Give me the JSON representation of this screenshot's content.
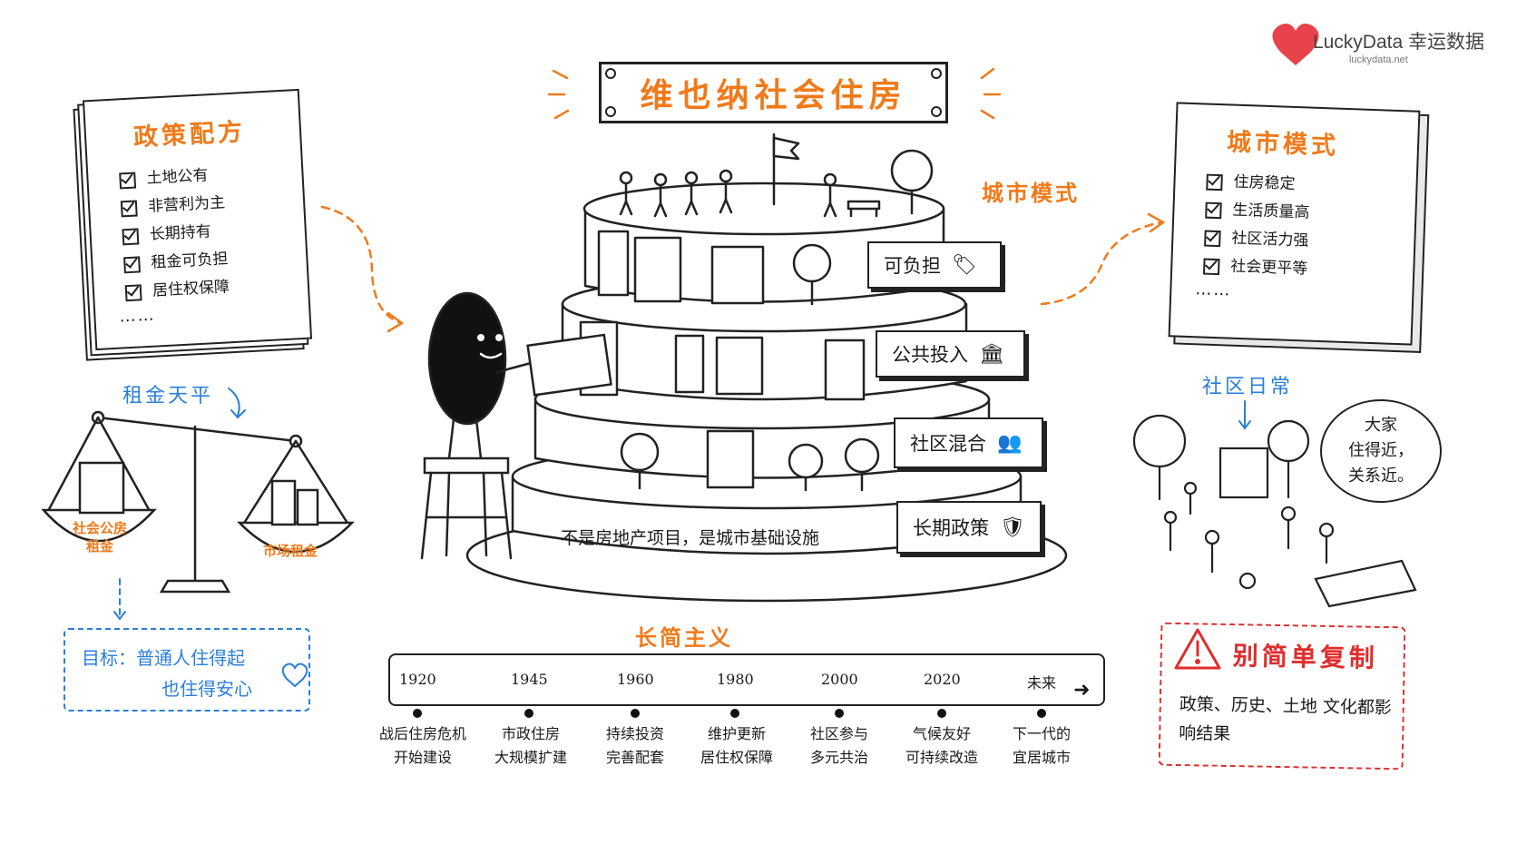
{
  "brand": {
    "name": "LuckyData 幸运数据",
    "url": "luckydata.net",
    "logo_color": "#e8434a"
  },
  "title": "维也纳社会住房",
  "policy_card": {
    "heading": "政策配方",
    "items": [
      "土地公有",
      "非营利为主",
      "长期持有",
      "租金可负担",
      "居住权保障"
    ],
    "more": "……"
  },
  "city_label": "城市模式",
  "city_card": {
    "heading": "城市模式",
    "items": [
      "住房稳定",
      "生活质量高",
      "社区活力强",
      "社会更平等"
    ],
    "more": "……"
  },
  "rent_balance": {
    "label": "租金天平",
    "left_pan": "社会公房\n租金",
    "left_line1": "社会公房",
    "left_line2": "租金",
    "right_pan": "市场租金"
  },
  "goal": {
    "line1": "目标：普通人住得起",
    "line2": "也住得安心"
  },
  "cake": {
    "signs": [
      "可负担",
      "公共投入",
      "社区混合",
      "长期政策"
    ],
    "base_text": "不是房地产项目，是城市基础设施"
  },
  "community": {
    "label": "社区日常",
    "bubble_line1": "大家",
    "bubble_line2": "住得近，",
    "bubble_line3": "关系近。"
  },
  "timeline": {
    "title": "长简主义",
    "years": [
      "1920",
      "1945",
      "1960",
      "1980",
      "2000",
      "2020",
      "未来"
    ],
    "events": [
      [
        "战后住房危机",
        "开始建设"
      ],
      [
        "市政住房",
        "大规模扩建"
      ],
      [
        "持续投资",
        "完善配套"
      ],
      [
        "维护更新",
        "居住权保障"
      ],
      [
        "社区参与",
        "多元共治"
      ],
      [
        "气候友好",
        "可持续改造"
      ],
      [
        "下一代的",
        "宜居城市"
      ]
    ]
  },
  "warning": {
    "title": "别简单复制",
    "body": "政策、历史、土地 文化都影响结果"
  },
  "colors": {
    "accent_orange": "#f07a1a",
    "accent_blue": "#2a7fd8",
    "warning_red": "#e02d2d",
    "ink": "#1a1a1a"
  }
}
